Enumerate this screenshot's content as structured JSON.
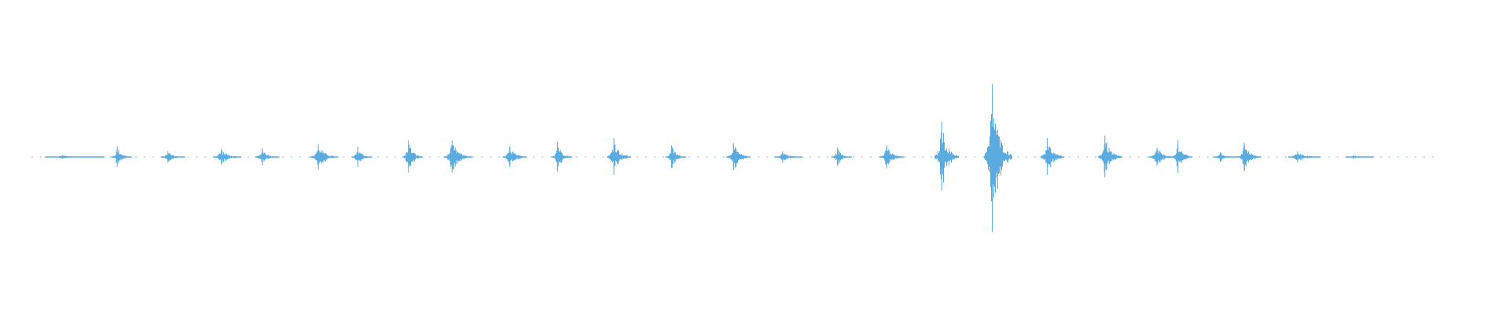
{
  "waveform": {
    "color": "#5aabe0",
    "bursts": [
      {
        "t": 0.022,
        "amp": 0.015,
        "spread": 0.03
      },
      {
        "t": 0.061,
        "amp": 0.09,
        "spread": 0.01
      },
      {
        "t": 0.097,
        "amp": 0.05,
        "spread": 0.012
      },
      {
        "t": 0.135,
        "amp": 0.07,
        "spread": 0.014
      },
      {
        "t": 0.164,
        "amp": 0.075,
        "spread": 0.012
      },
      {
        "t": 0.204,
        "amp": 0.11,
        "spread": 0.014
      },
      {
        "t": 0.232,
        "amp": 0.09,
        "spread": 0.01
      },
      {
        "t": 0.268,
        "amp": 0.14,
        "spread": 0.01
      },
      {
        "t": 0.299,
        "amp": 0.14,
        "spread": 0.014
      },
      {
        "t": 0.34,
        "amp": 0.09,
        "spread": 0.012
      },
      {
        "t": 0.374,
        "amp": 0.13,
        "spread": 0.01
      },
      {
        "t": 0.414,
        "amp": 0.16,
        "spread": 0.012
      },
      {
        "t": 0.455,
        "amp": 0.1,
        "spread": 0.01
      },
      {
        "t": 0.499,
        "amp": 0.12,
        "spread": 0.012
      },
      {
        "t": 0.534,
        "amp": 0.05,
        "spread": 0.014
      },
      {
        "t": 0.573,
        "amp": 0.08,
        "spread": 0.01
      },
      {
        "t": 0.608,
        "amp": 0.1,
        "spread": 0.012
      },
      {
        "t": 0.647,
        "amp": 0.3,
        "spread": 0.012
      },
      {
        "t": 0.683,
        "amp": 0.62,
        "spread": 0.014
      },
      {
        "t": 0.722,
        "amp": 0.16,
        "spread": 0.012
      },
      {
        "t": 0.763,
        "amp": 0.18,
        "spread": 0.012
      },
      {
        "t": 0.8,
        "amp": 0.08,
        "spread": 0.014
      },
      {
        "t": 0.815,
        "amp": 0.14,
        "spread": 0.01
      },
      {
        "t": 0.845,
        "amp": 0.04,
        "spread": 0.012
      },
      {
        "t": 0.862,
        "amp": 0.12,
        "spread": 0.012
      },
      {
        "t": 0.9,
        "amp": 0.05,
        "spread": 0.016
      },
      {
        "t": 0.94,
        "amp": 0.015,
        "spread": 0.014
      }
    ]
  }
}
